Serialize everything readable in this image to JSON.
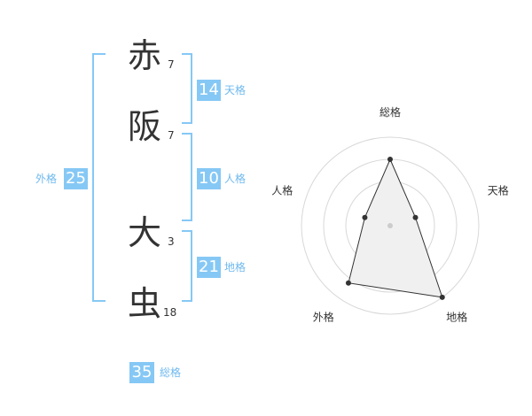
{
  "name": {
    "chars": [
      {
        "char": "赤",
        "strokes": "7"
      },
      {
        "char": "阪",
        "strokes": "7"
      },
      {
        "char": "大",
        "strokes": "3"
      },
      {
        "char": "虫",
        "strokes": "18"
      }
    ]
  },
  "kaku": {
    "tenkaku": {
      "value": "14",
      "label": "天格"
    },
    "jinkaku": {
      "value": "10",
      "label": "人格"
    },
    "chikaku": {
      "value": "21",
      "label": "地格"
    },
    "gaikaku": {
      "value": "25",
      "label": "外格"
    },
    "soukaku": {
      "value": "35",
      "label": "総格"
    }
  },
  "colors": {
    "accent": "#86c8f5",
    "label": "#6fb9ee",
    "text": "#333333"
  },
  "chart_data": {
    "type": "radar",
    "axes": [
      "総格",
      "天格",
      "地格",
      "外格",
      "人格"
    ],
    "values": [
      0.75,
      0.3,
      1.0,
      0.8,
      0.3
    ],
    "rings": 4,
    "range": [
      0,
      1
    ]
  }
}
